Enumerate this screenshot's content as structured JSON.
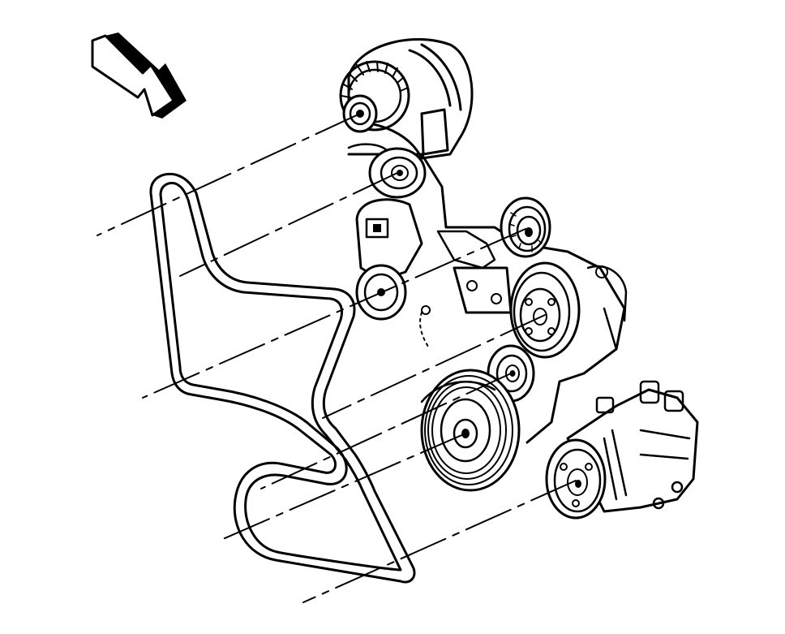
{
  "diagram": {
    "kind": "serpentine drive belt routing line art",
    "colors": {
      "ink": "#000000",
      "paper": "#ffffff"
    },
    "icons": {
      "direction_arrow": "view-direction-arrow-icon"
    },
    "components": [
      "generator",
      "drive-belt-idler-pulley",
      "drive-belt-tensioner",
      "power-steering-pump-pulley",
      "water-pump-pulley",
      "lower-idler-pulley",
      "crankshaft-balancer",
      "ac-compressor"
    ]
  }
}
